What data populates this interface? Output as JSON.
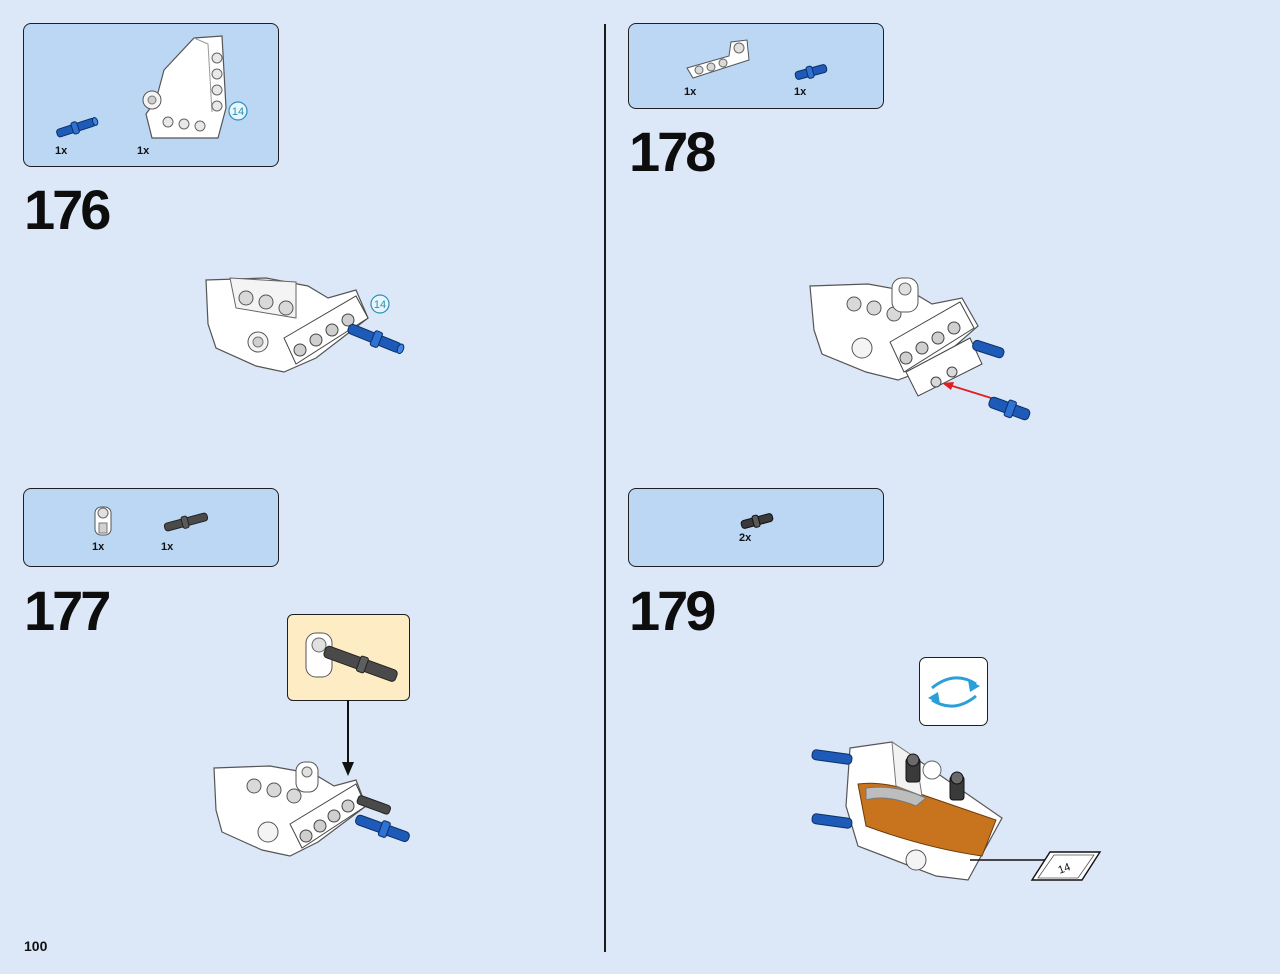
{
  "page": {
    "number": "100"
  },
  "steps": [
    {
      "number": "176",
      "parts": [
        {
          "qty": "1x"
        },
        {
          "qty": "1x"
        }
      ],
      "badge": "14"
    },
    {
      "number": "177",
      "parts": [
        {
          "qty": "1x"
        },
        {
          "qty": "1x"
        }
      ]
    },
    {
      "number": "178",
      "parts": [
        {
          "qty": "1x"
        },
        {
          "qty": "1x"
        }
      ]
    },
    {
      "number": "179",
      "parts": [
        {
          "qty": "2x"
        }
      ],
      "page_ref": "14"
    }
  ],
  "colors": {
    "background": "#dce8f8",
    "parts_box": "#bcd7f3",
    "callout": "#fdecc4",
    "pin_blue": "#1e5bb8",
    "axle_gray": "#4a4a4a",
    "arrow_red": "#e02020",
    "rotate_cyan": "#2a9fd8",
    "accent_orange": "#c8731e"
  },
  "icons": [
    "blue-pin-icon",
    "white-panel-icon",
    "beam-icon",
    "black-axle-icon",
    "rotate-model-icon",
    "page-reference-icon"
  ]
}
